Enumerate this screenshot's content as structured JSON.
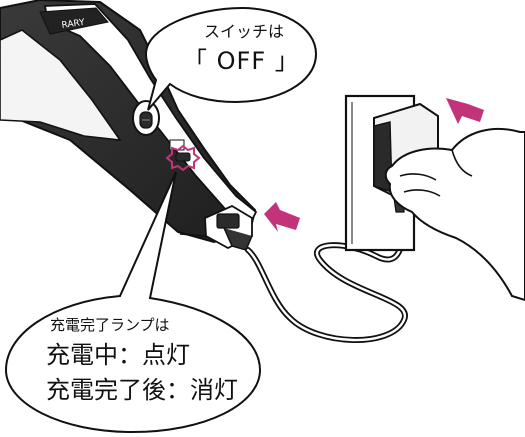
{
  "switch_callout": {
    "line1": "スイッチは",
    "line2": "「 OFF 」"
  },
  "lamp_callout": {
    "title": "充電完了ランプは",
    "charging": "充電中：点灯",
    "completed": "充電完了後：消灯"
  },
  "device": {
    "brand_text": "RARY"
  },
  "colors": {
    "accent_arrow": "#c2337a",
    "outline": "#111111",
    "device_dark": "#2a2a2a",
    "device_light": "#ffffff"
  }
}
